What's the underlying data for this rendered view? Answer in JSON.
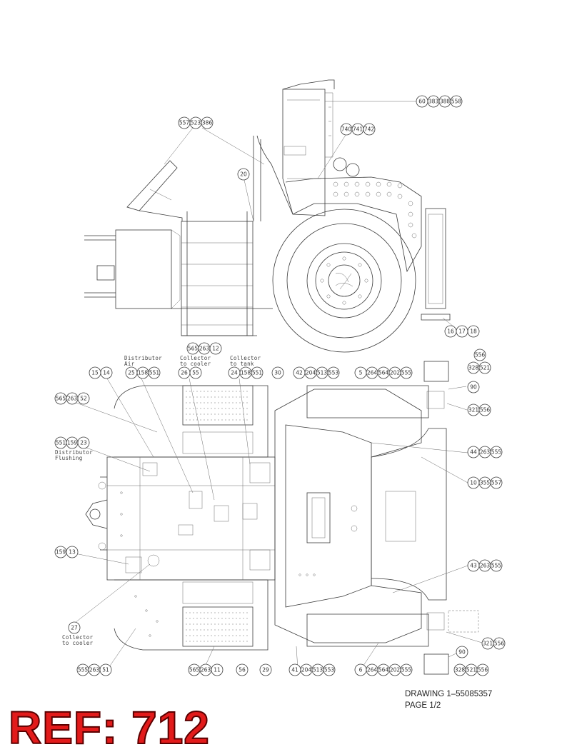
{
  "drawing": {
    "number_line": "DRAWING 1–55085357",
    "page_line": "PAGE 1/2"
  },
  "ref_label": "REF: 712",
  "notes": {
    "distributor_air_1": "Distributor",
    "distributor_air_2": "Air",
    "collector_cooler_1": "Collector",
    "collector_cooler_2": "to cooler",
    "collector_tank_1": "Collector",
    "collector_tank_2": "to tank",
    "distributor_flushing_1": "Distributor",
    "distributor_flushing_2": "Flushing",
    "collector_cooler_b_1": "Collector",
    "collector_cooler_b_2": "to cooler"
  },
  "callouts": {
    "c60": [
      "60",
      "383",
      "388",
      "558"
    ],
    "c557": [
      "557",
      "523",
      "386"
    ],
    "c740": [
      "740",
      "741",
      "742"
    ],
    "c20": [
      "20"
    ],
    "c16": [
      "16",
      "17",
      "18"
    ],
    "c565t": [
      "565",
      "263",
      "12"
    ],
    "c15": [
      "15",
      "14"
    ],
    "c25": [
      "25",
      "158",
      "551"
    ],
    "c26": [
      "26",
      "55"
    ],
    "c24": [
      "24",
      "158",
      "551"
    ],
    "c30": [
      "30"
    ],
    "c42": [
      "42",
      "204",
      "513",
      "553"
    ],
    "c5": [
      "5",
      "264",
      "564",
      "202",
      "555"
    ],
    "c556a": [
      "556"
    ],
    "c328a": [
      "328",
      "521"
    ],
    "c90a": [
      "90"
    ],
    "c321a": [
      "321",
      "556"
    ],
    "c565l": [
      "565",
      "263",
      "52"
    ],
    "c551": [
      "551",
      "159",
      "23"
    ],
    "c44": [
      "44",
      "263",
      "555"
    ],
    "c10": [
      "10",
      "355",
      "557"
    ],
    "c159": [
      "159",
      "13"
    ],
    "c43": [
      "43",
      "263",
      "555"
    ],
    "c27": [
      "27"
    ],
    "c321b": [
      "321",
      "556"
    ],
    "c90b": [
      "90"
    ],
    "c555": [
      "555",
      "263",
      "51"
    ],
    "c565b": [
      "565",
      "263",
      "11"
    ],
    "c56": [
      "56"
    ],
    "c29": [
      "29"
    ],
    "c41": [
      "41",
      "204",
      "513",
      "553"
    ],
    "c6": [
      "6",
      "264",
      "564",
      "202",
      "555"
    ],
    "c328b": [
      "328",
      "521",
      "556"
    ]
  }
}
